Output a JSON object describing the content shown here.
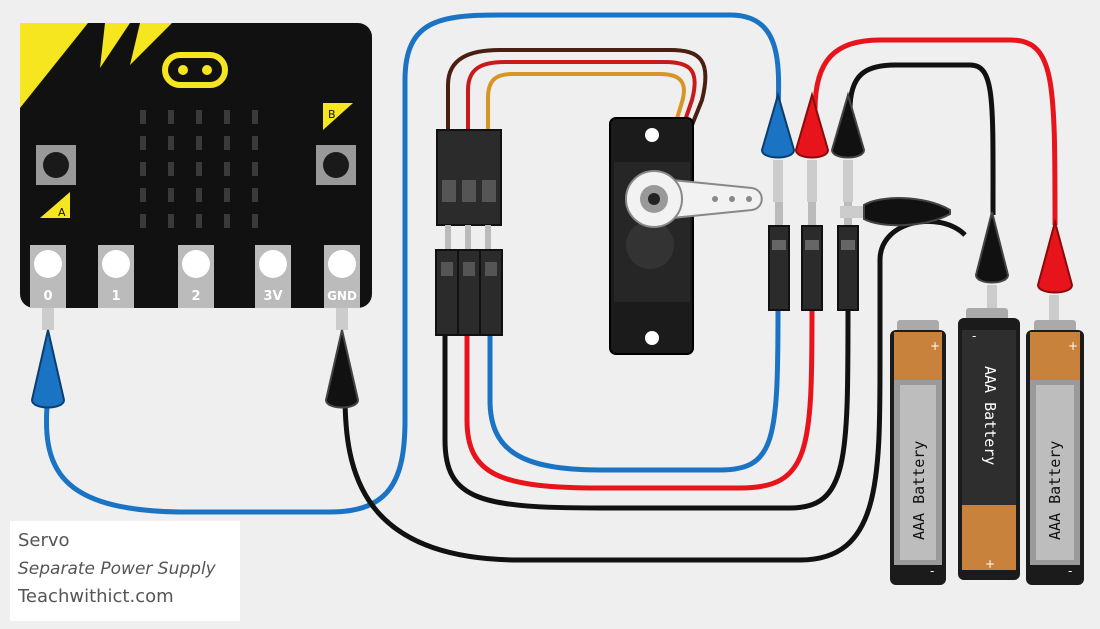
{
  "caption": {
    "title": "Servo",
    "subtitle": "Separate Power Supply",
    "site": "Teachwithict.com"
  },
  "microbit": {
    "button_a": "A",
    "button_b": "B",
    "pins": [
      "0",
      "1",
      "2",
      "3V",
      "GND"
    ]
  },
  "battery_label": "AAA Battery",
  "battery_plus": "+",
  "battery_minus": "-",
  "colors": {
    "wire_blue": "#1b73c4",
    "wire_red": "#e8141c",
    "wire_black": "#111111",
    "wire_brown": "#4a1e10",
    "wire_orange": "#d69524",
    "board": "#111111",
    "accent": "#f6e61f"
  }
}
